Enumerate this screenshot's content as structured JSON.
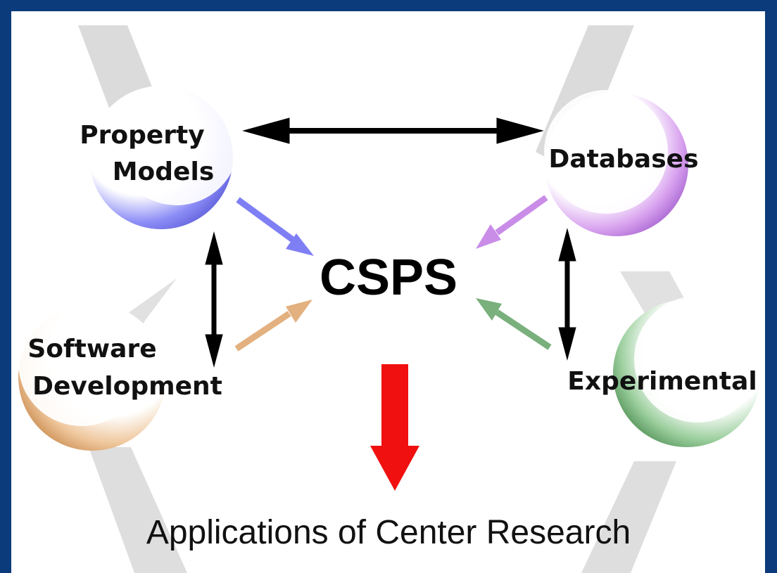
{
  "diagram": {
    "center": "CSPS",
    "nodes": {
      "property_models": {
        "lines": [
          "Property",
          "Models"
        ],
        "color": "#7f7ff5"
      },
      "databases": {
        "lines": [
          "Databases"
        ],
        "color": "#c98de8"
      },
      "software_development": {
        "lines": [
          "Software",
          "Development"
        ],
        "color": "#e3b07f"
      },
      "experimental": {
        "lines": [
          "Experimental"
        ],
        "color": "#79b07c"
      }
    },
    "outcome": "Applications of Center Research",
    "colors": {
      "frame": "#0b3b7a",
      "output_arrow": "#f01010",
      "link_arrow": "#000000"
    }
  }
}
